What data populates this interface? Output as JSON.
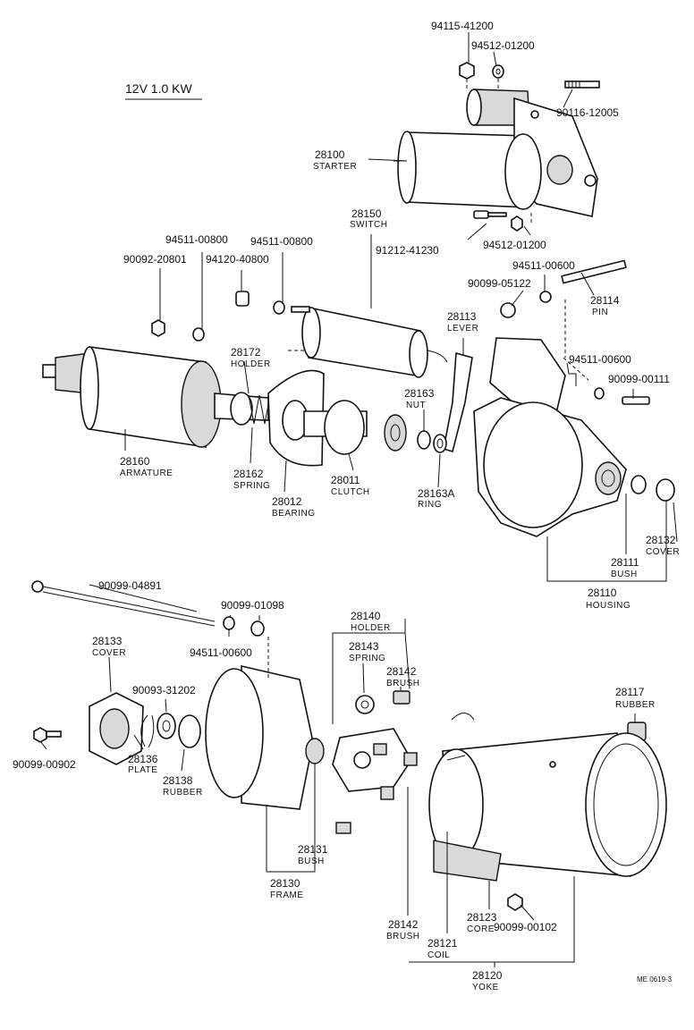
{
  "title": "12V 1.0 KW",
  "ref_code": "ME 0619-3",
  "callouts": {
    "p94115_41200": "94115-41200",
    "p94512_01200a": "94512-01200",
    "p90116_12005": "90116-12005",
    "p28100": "28100",
    "l28100": "STARTER",
    "p28150": "28150",
    "l28150": "SWITCH",
    "p91212_41230": "91212-41230",
    "p94512_01200b": "94512-01200",
    "p94511_00800a": "94511-00800",
    "p94511_00800b": "94511-00800",
    "p90092_20801": "90092-20801",
    "p94120_40800": "94120-40800",
    "p94511_00600a": "94511-00600",
    "p90099_05122": "90099-05122",
    "p28114": "28114",
    "l28114": "PIN",
    "p28113": "28113",
    "l28113": "LEVER",
    "p28172": "28172",
    "l28172": "HOLDER",
    "p94511_00600b": "94511-00600",
    "p90099_00111": "90099-00111",
    "p28163": "28163",
    "l28163": "NUT",
    "p28160": "28160",
    "l28160": "ARMATURE",
    "p28162": "28162",
    "l28162": "SPRING",
    "p28011": "28011",
    "l28011": "CLUTCH",
    "p28163A": "28163A",
    "l28163A": "RING",
    "p28012": "28012",
    "l28012": "BEARING",
    "p28132": "28132",
    "l28132": "COVER",
    "p28111": "28111",
    "l28111": "BUSH",
    "p28110": "28110",
    "l28110": "HOUSING",
    "p90099_04891": "90099-04891",
    "p90099_01098": "90099-01098",
    "p94511_00600c": "94511-00600",
    "p28140": "28140",
    "l28140": "HOLDER",
    "p28143": "28143",
    "l28143": "SPRING",
    "p28142a": "28142",
    "l28142a": "BRUSH",
    "p28133": "28133",
    "l28133": "COVER",
    "p90093_31202": "90093-31202",
    "p28117": "28117",
    "l28117": "RUBBER",
    "p28136": "28136",
    "l28136": "PLATE",
    "p28138": "28138",
    "l28138": "RUBBER",
    "p90099_00902": "90099-00902",
    "p28131": "28131",
    "l28131": "BUSH",
    "p28130": "28130",
    "l28130": "FRAME",
    "p28142b": "28142",
    "l28142b": "BRUSH",
    "p28123": "28123",
    "l28123": "CORE",
    "p28121": "28121",
    "l28121": "COIL",
    "p90099_00102": "90099-00102",
    "p28120": "28120",
    "l28120": "YOKE"
  }
}
